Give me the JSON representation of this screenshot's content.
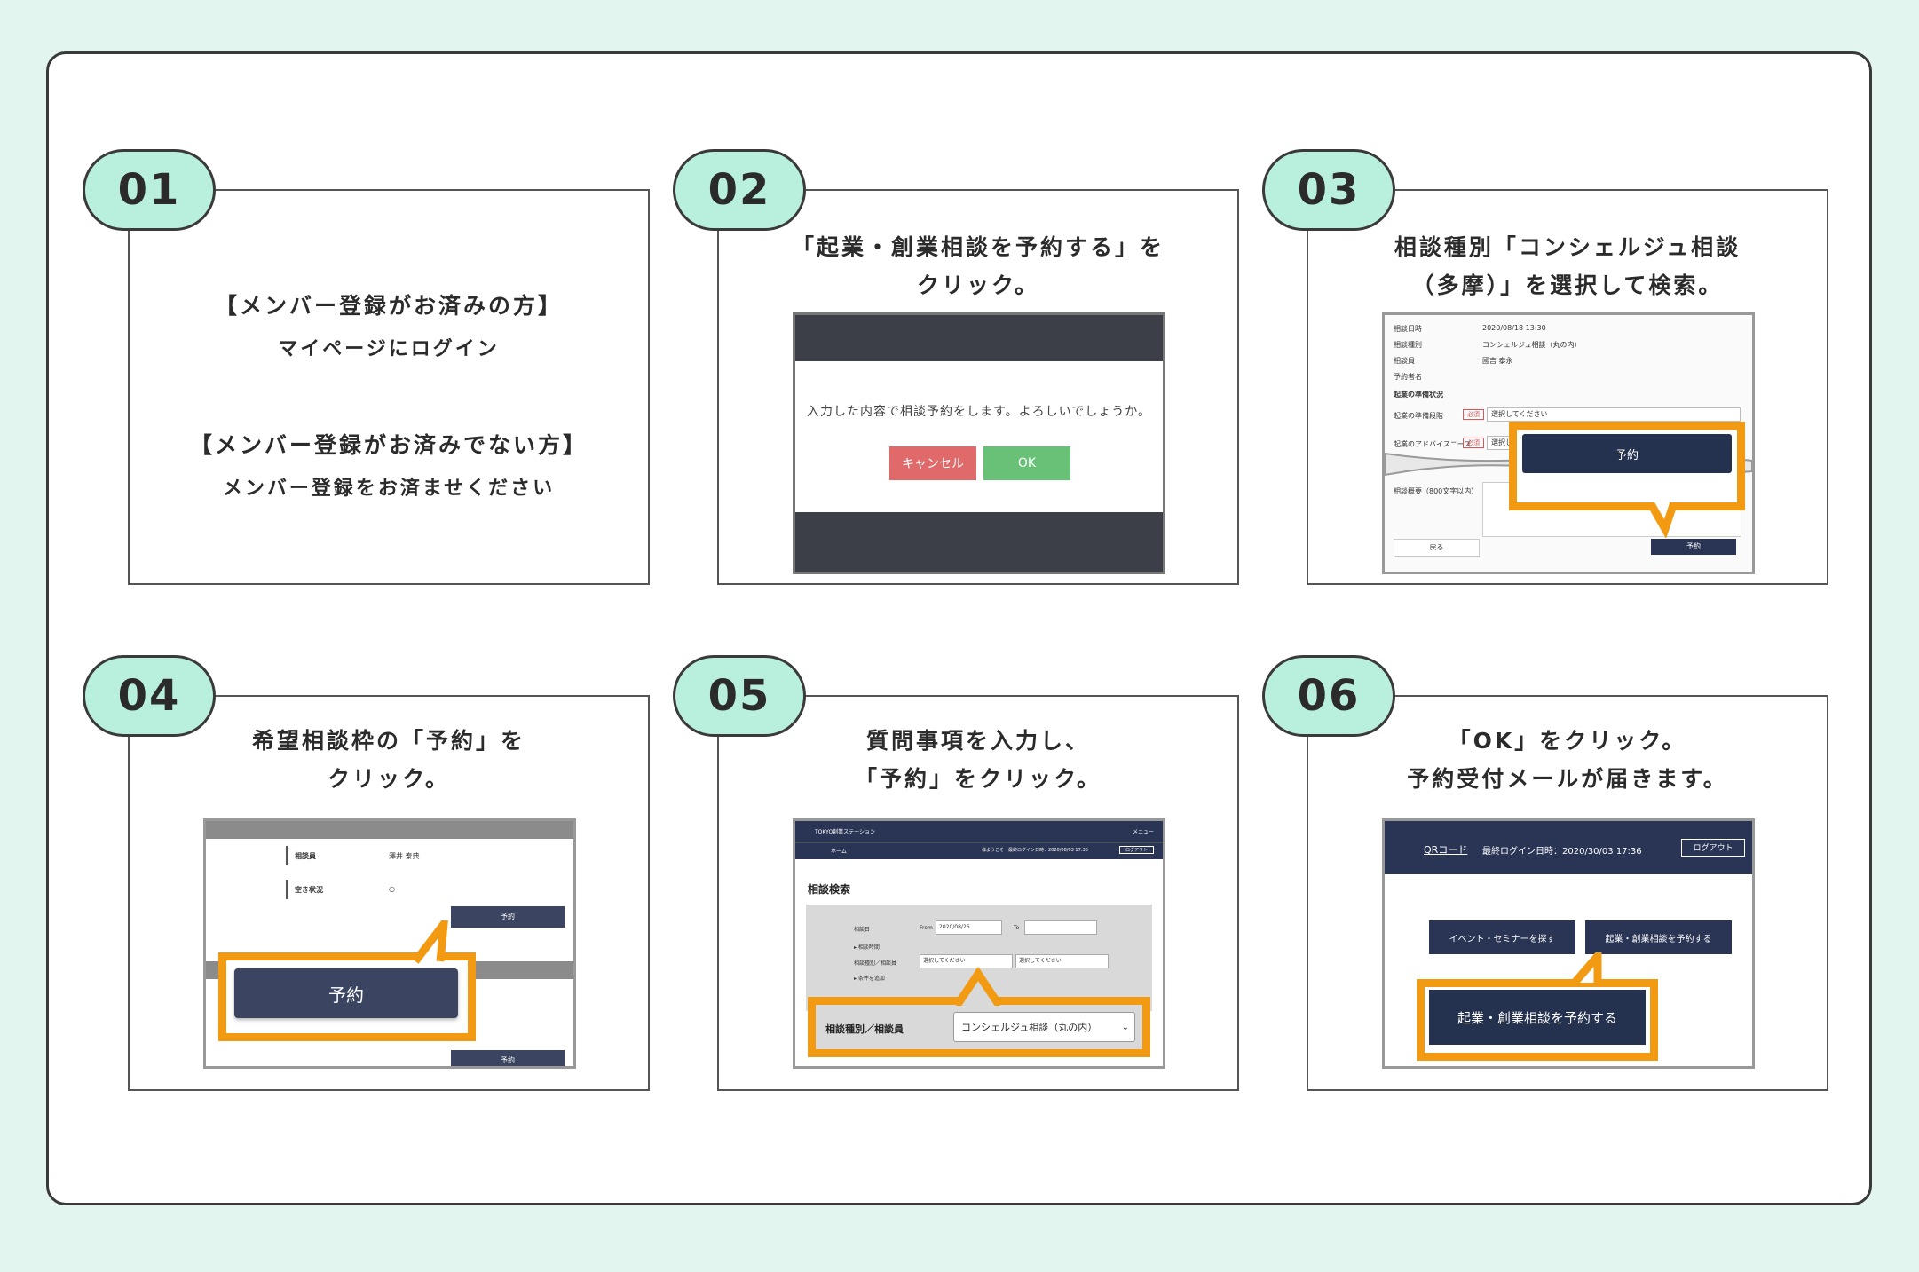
{
  "steps": [
    {
      "num": "01",
      "lines": [
        "【メンバー登録がお済みの方】",
        "マイページにログイン",
        "【メンバー登録がお済みでない方】",
        "メンバー登録をお済ませください"
      ]
    },
    {
      "num": "02",
      "lines": [
        "「起業・創業相談を予約する」を",
        "クリック。"
      ]
    },
    {
      "num": "03",
      "lines": [
        "相談種別「コンシェルジュ相談",
        "（多摩）」を選択して検索。"
      ]
    },
    {
      "num": "04",
      "lines": [
        "希望相談枠の「予約」を",
        "クリック。"
      ]
    },
    {
      "num": "05",
      "lines": [
        "質問事項を入力し、",
        "「予約」をクリック。"
      ]
    },
    {
      "num": "06",
      "lines": [
        "「OK」をクリック。",
        "予約受付メールが届きます。"
      ]
    }
  ],
  "s2": {
    "message": "入力した内容で相談予約をします。よろしいでしょうか。",
    "cancel": "キャンセル",
    "ok": "OK"
  },
  "s3": {
    "r1l": "相談日時",
    "r1v": "2020/08/18 13:30",
    "r2l": "相談種別",
    "r2v": "コンシェルジュ相談（丸の内）",
    "r3l": "相談員",
    "r3v": "國吉 泰永",
    "r4l": "予約者名",
    "section": "起業の準備状況",
    "f1l": "起業の準備段階",
    "f2l": "起業のアドバイスニーズ",
    "req": "必須",
    "sel": "選択してください",
    "q": "相談概要（800文字以内）",
    "back": "戻る",
    "reserve": "予約"
  },
  "s4": {
    "staff_label": "相談員",
    "staff_value": "澤井 泰典",
    "status_label": "空き状況",
    "status_value": "○",
    "reserve": "予約"
  },
  "s5": {
    "site": "TOKYO創業ステーション",
    "menu": "メニュー",
    "home": "ホーム",
    "login_info": "様ようこそ　最終ログイン日時：2020/08/03 17:36",
    "logout": "ログアウト",
    "title": "相談検索",
    "f1": "相談日",
    "from": "From",
    "date": "2020/08/26",
    "to": "To",
    "f2": "▸ 相談時間",
    "f3": "相談種別／相談員",
    "f4": "▸ 条件を追加",
    "sel": "選択してください",
    "zoom_label": "相談種別／相談員",
    "zoom_value": "コンシェルジュ相談（丸の内）"
  },
  "s6": {
    "qr": "QRコード",
    "last_login": "最終ログイン日時：2020/30/03 17:36",
    "logout": "ログアウト",
    "btn_event": "イベント・セミナーを探す",
    "btn_consult": "起業・創業相談を予約する"
  }
}
